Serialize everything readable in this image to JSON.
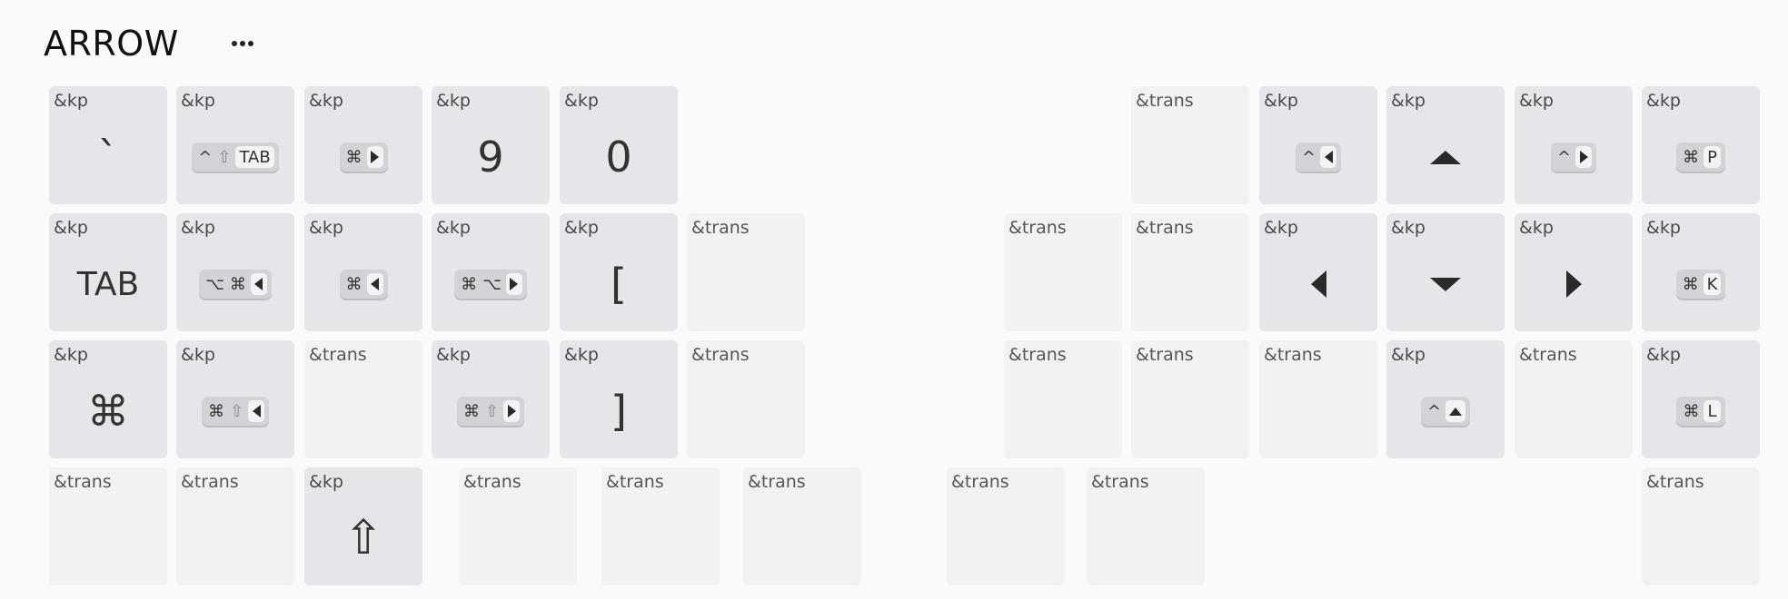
{
  "layer": {
    "title": "ARROW",
    "menu_label": "more-options"
  },
  "binding": {
    "kp": "&kp",
    "trans": "&trans"
  },
  "mods": {
    "ctrl": "^",
    "shift": "⇧",
    "cmd": "⌘",
    "alt": "⌥"
  },
  "keys": {
    "grave": "`",
    "tab": "TAB",
    "nine": "9",
    "zero": "0",
    "lbracket": "[",
    "rbracket": "]",
    "cmd": "⌘",
    "shift": "⇧",
    "P": "P",
    "K": "K",
    "L": "L"
  }
}
